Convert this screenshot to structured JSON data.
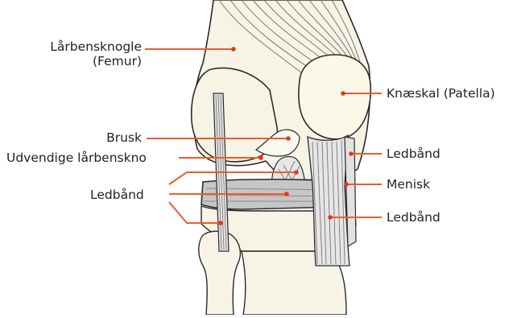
{
  "labels": {
    "femur_line1": "Lårbensknogle",
    "femur_line2": "(Femur)",
    "cartilage": "Brusk",
    "condyle": "Udvendige lårbenskno",
    "ligaments_left": "Ledbånd",
    "patella": "Knæskal (Patella)",
    "ligament_upper_right": "Ledbånd",
    "meniscus": "Menisk",
    "ligament_lower_right": "Ledbånd"
  },
  "colors": {
    "leader": "#f15a29",
    "dot": "#e8361c",
    "bone_fill": "#f7f4e6",
    "outline": "#2b2b2b",
    "ligament_fill": "#e2e2e2",
    "meniscus_fill": "#bdbdbd"
  }
}
